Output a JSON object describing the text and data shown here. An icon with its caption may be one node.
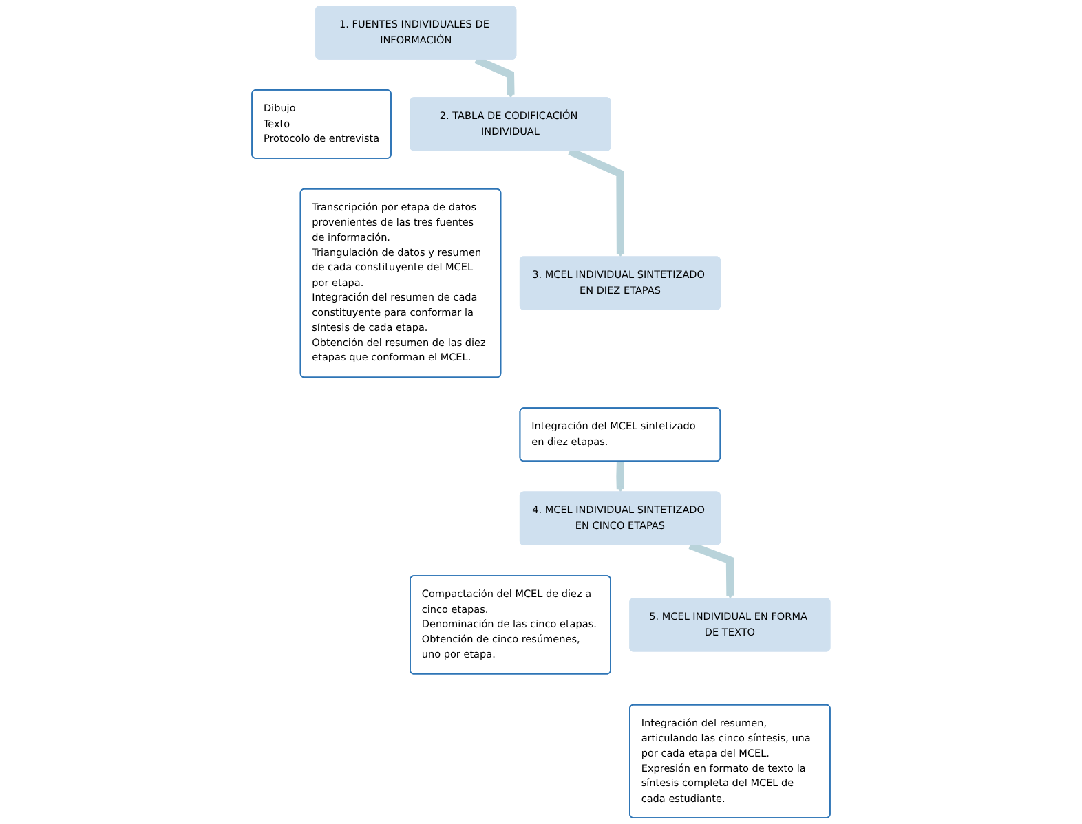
{
  "diagram": {
    "nodes": [
      {
        "text": [
          "1. FUENTES INDIVIDUALES DE INFORMACIÓN"
        ]
      },
      {
        "text": [
          "Dibujo",
          "Texto",
          "Protocolo de entrevista"
        ]
      },
      {
        "text": [
          "2. TABLA DE CODIFICACIÓN INDIVIDUAL"
        ]
      },
      {
        "text": [
          "Transcripción por etapa de datos provenientes de las tres fuentes de información.",
          "Triangulación de datos y resumen de cada constituyente del MCEL por etapa.",
          "Integración del resumen de cada constituyente para conformar la síntesis de cada etapa.",
          "Obtención del resumen de las diez etapas que conforman el MCEL."
        ]
      },
      {
        "text": [
          "3. MCEL INDIVIDUAL SINTETIZADO EN DIEZ ETAPAS"
        ]
      },
      {
        "text": [
          "Integración del MCEL sintetizado en diez etapas."
        ]
      },
      {
        "text": [
          "4. MCEL INDIVIDUAL SINTETIZADO EN CINCO ETAPAS"
        ]
      },
      {
        "text": [
          "Compactación del MCEL de diez a cinco etapas.",
          "Denominación de las cinco etapas.",
          "Obtención de cinco resúmenes, uno por etapa."
        ]
      },
      {
        "text": [
          "5. MCEL INDIVIDUAL EN FORMA DE TEXTO"
        ]
      },
      {
        "text": [
          "Integración del resumen, articulando las cinco síntesis, una por cada etapa del MCEL.",
          "Expresión en formato de texto la síntesis completa del MCEL de cada estudiante."
        ]
      }
    ],
    "edges": [
      {
        "from": 0,
        "to": 2,
        "arrow": "to"
      },
      {
        "from": 2,
        "to": 4,
        "arrow": "to"
      },
      {
        "from": 5,
        "to": 6,
        "arrow": "to"
      },
      {
        "from": 6,
        "to": 8,
        "arrow": "to"
      }
    ]
  }
}
